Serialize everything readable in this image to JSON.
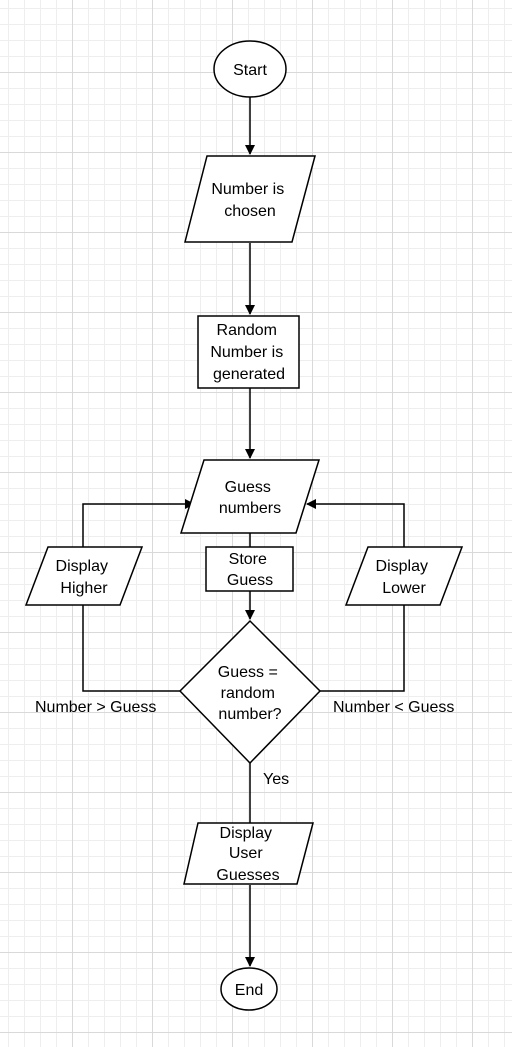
{
  "diagram": {
    "nodes": {
      "start": {
        "lines": [
          "Start"
        ]
      },
      "number_chosen": {
        "lines": [
          "Number is",
          "chosen"
        ]
      },
      "random_generated": {
        "lines": [
          "Random",
          "Number is",
          "generated"
        ]
      },
      "guess_numbers": {
        "lines": [
          "Guess",
          "numbers"
        ]
      },
      "store_guess": {
        "lines": [
          "Store",
          "Guess"
        ]
      },
      "display_higher": {
        "lines": [
          "Display",
          "Higher"
        ]
      },
      "display_lower": {
        "lines": [
          "Display",
          "Lower"
        ]
      },
      "decision": {
        "lines": [
          "Guess =",
          "random",
          "number?"
        ]
      },
      "display_user_guesses": {
        "lines": [
          "Display",
          "User",
          "Guesses"
        ]
      },
      "end": {
        "lines": [
          "End"
        ]
      }
    },
    "edge_labels": {
      "higher": "Number > Guess",
      "lower": "Number < Guess",
      "yes": "Yes"
    }
  }
}
